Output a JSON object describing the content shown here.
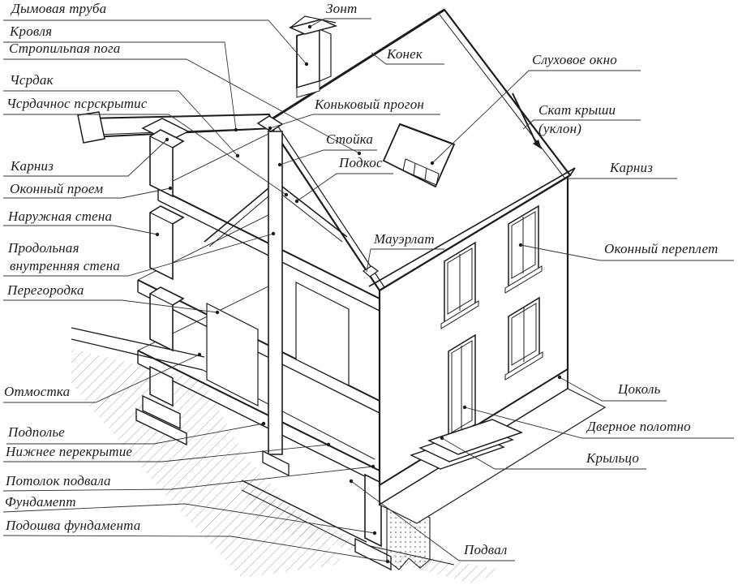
{
  "colors": {
    "background": "#ffffff",
    "line": "#1c1c1c",
    "label_text": "#1b1b1b"
  },
  "labels": {
    "dymovaya_truba": "Дымовая труба",
    "zont": "Зонт",
    "krovlya": "Кровля",
    "stropilnaya_noga": "Стропильпая пога",
    "konek": "Конек",
    "cherdak": "Чсрдак",
    "cherdachnoe_perekrytie": "Чсрдачнос псрскрытис",
    "konkovy_progon": "Коньковый прогон",
    "stoyka": "Стойка",
    "podkos": "Подкос",
    "slukhovoe_okno": "Слуховое окно",
    "skat_kryshi": "Скат крыши",
    "uklon": "(уклон)",
    "karniz_left": "Карниз",
    "karniz_right": "Карниз",
    "okonny_proem": "Оконный проем",
    "naruzhnaya_stena": "Наружная стена",
    "prodolnaya_line1": "Продольная",
    "prodolnaya_line2": "внутренняя стена",
    "peregorodka": "Перегородка",
    "mauerlat": "Мауэрлат",
    "okonny_pereplet": "Оконный переплет",
    "otmostka": "Отмостка",
    "tsokol": "Цоколь",
    "podpolye": "Подполье",
    "dvernoe_polotno": "Дверное полотно",
    "nizhnee_perekrytie": "Нижнее перекрытие",
    "kryltso": "Крыльцо",
    "potolok_podvala": "Потолок подвала",
    "fundament": "Фундамепт",
    "podoshva_fundamenta": "Подошва фундамента",
    "podval": "Подвал"
  }
}
